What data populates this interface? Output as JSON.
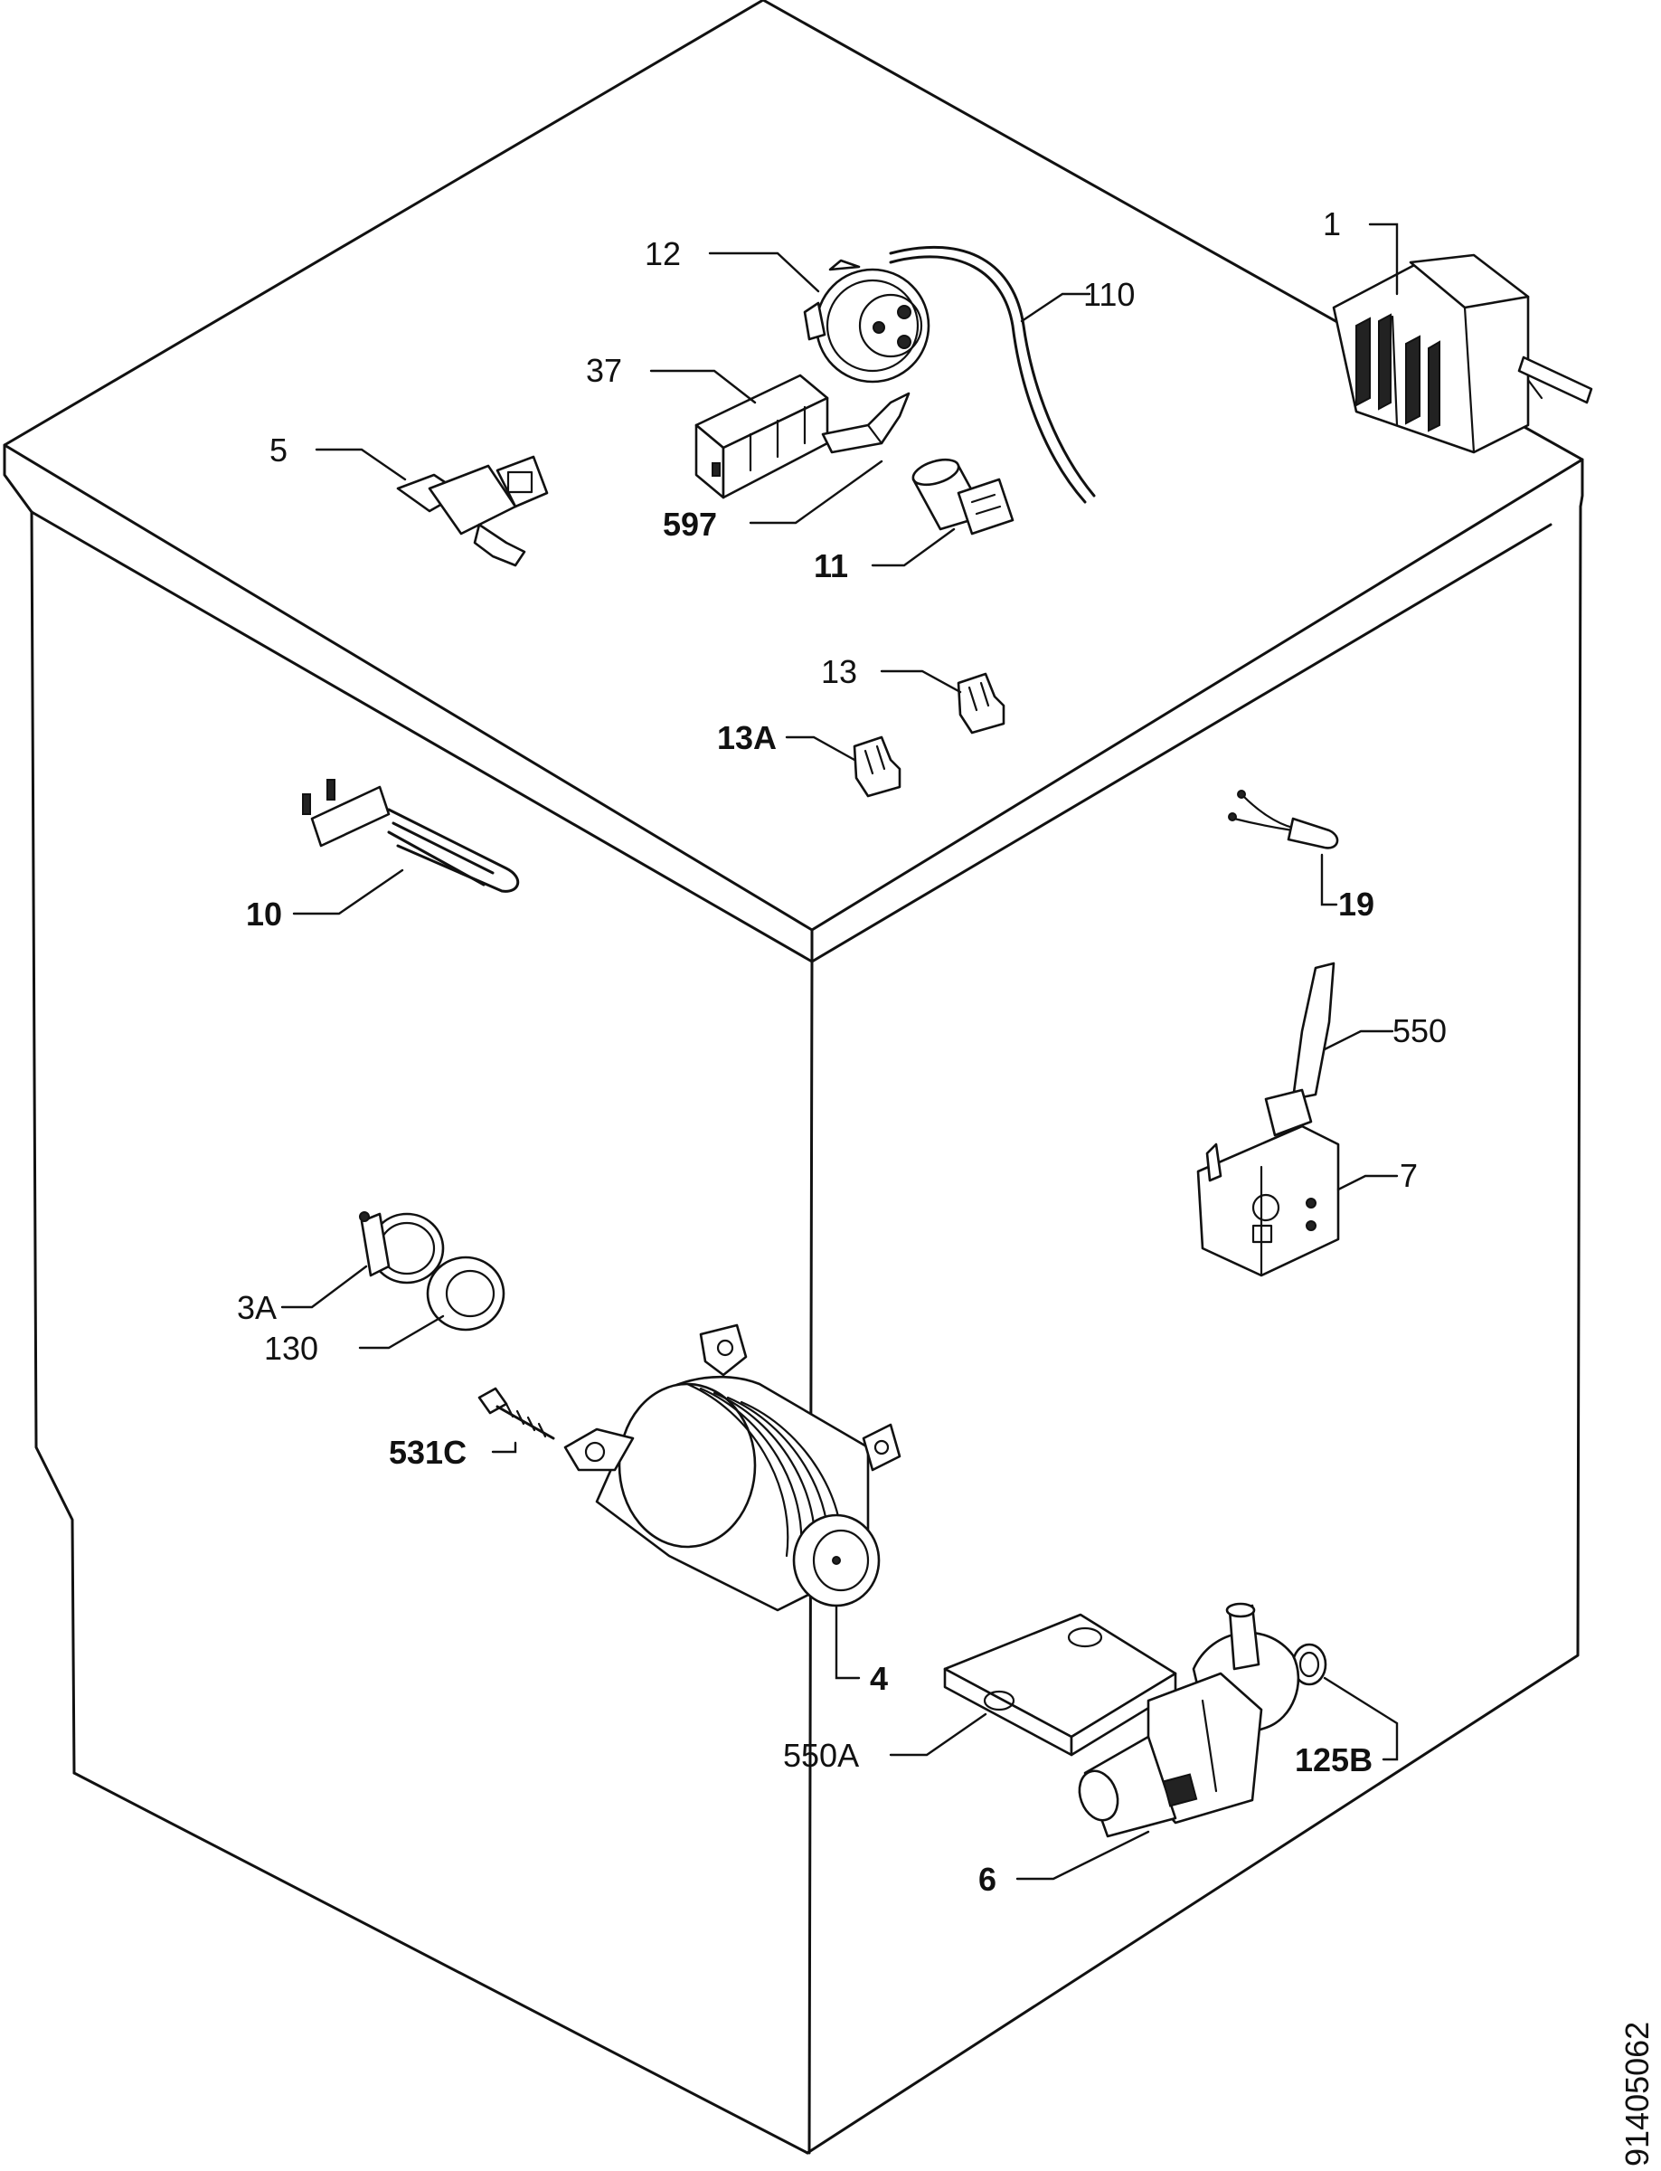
{
  "diagram": {
    "labels": {
      "p1": "1",
      "p12": "12",
      "p110": "110",
      "p37": "37",
      "p5": "5",
      "p597": "597",
      "p11": "11",
      "p13": "13",
      "p13a": "13A",
      "p10": "10",
      "p19": "19",
      "p550": "550",
      "p7": "7",
      "p3a": "3A",
      "p130": "130",
      "p531c": "531C",
      "p4": "4",
      "p550a": "550A",
      "p125b": "125B",
      "p6": "6"
    },
    "drawing_number": "91405062"
  }
}
